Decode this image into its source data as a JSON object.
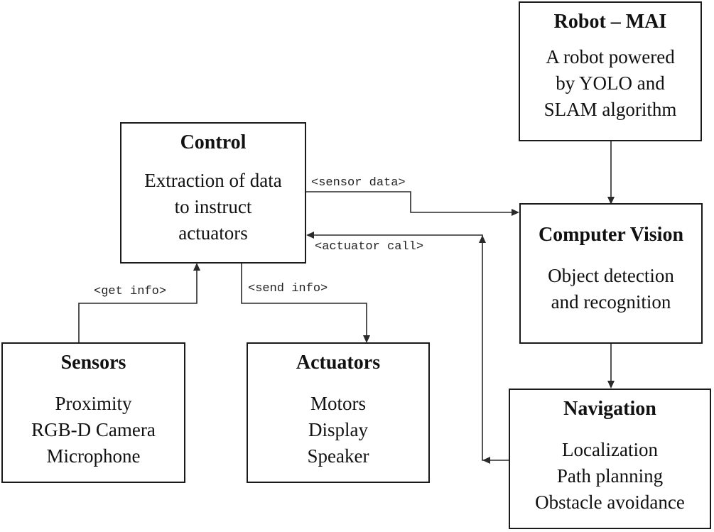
{
  "nodes": {
    "robot": {
      "title": "Robot – MAI",
      "lines": [
        "A robot powered",
        "by YOLO and",
        "SLAM algorithm"
      ]
    },
    "control": {
      "title": "Control",
      "lines": [
        "Extraction of data",
        "to instruct",
        "actuators"
      ]
    },
    "vision": {
      "title": "Computer Vision",
      "lines": [
        "Object detection",
        "and recognition"
      ]
    },
    "sensors": {
      "title": "Sensors",
      "lines": [
        "Proximity",
        "RGB-D Camera",
        "Microphone"
      ]
    },
    "actuators": {
      "title": "Actuators",
      "lines": [
        "Motors",
        "Display",
        "Speaker"
      ]
    },
    "navigation": {
      "title": "Navigation",
      "lines": [
        "Localization",
        "Path planning",
        "Obstacle avoidance"
      ]
    }
  },
  "edges": {
    "sensor_data": "<sensor data>",
    "actuator_call": "<actuator call>",
    "get_info": "<get info>",
    "send_info": "<send info>"
  }
}
